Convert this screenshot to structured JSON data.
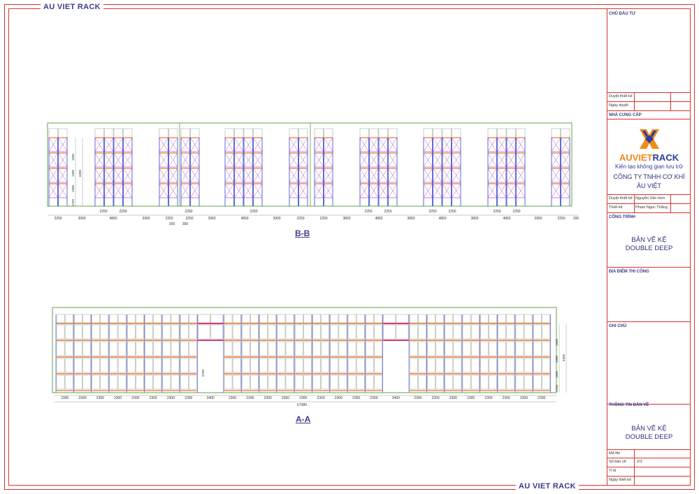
{
  "brand": {
    "top_label": "AU VIET RACK",
    "bottom_label": "AU VIET RACK"
  },
  "title_block": {
    "owner_header": "CHỦ ĐẦU TƯ",
    "approve_label": "Duyệt thiết kế",
    "approve_date_label": "Ngày duyệt",
    "supplier_header": "NHÀ CUNG CẤP",
    "logo_au": "AUVIET",
    "logo_rack": "RACK",
    "slogan": "Kiến tạo không gian lưu trữ",
    "company_line1": "CÔNG TY TNHH CƠ KHÍ",
    "company_line2": "ÂU VIỆT",
    "design_approver_label": "Duyệt thiết kế",
    "design_approver_value": "Nguyễn Văn Hơn",
    "designer_label": "Thiết kế",
    "designer_value": "Phạm Ngọc Thắng",
    "project_header": "CÔNG TRÌNH",
    "project_line1": "BẢN VẼ KỆ",
    "project_line2": "DOUBLE DEEP",
    "location_header": "ĐỊA ĐIỂM THI CÔNG",
    "notes_header": "GHI CHÚ",
    "drawing_info_header": "THÔNG TIN BẢN VẼ",
    "drawing_line1": "BẢN VẼ KỆ",
    "drawing_line2": "DOUBLE DEEP",
    "file_label": "Mã file",
    "sheet_label": "Số bản vẽ",
    "sheet_value": "2/3",
    "scale_label": "Tỉ lệ",
    "date_label": "Ngày thiết kế",
    "colors": {
      "frame": "#d9342b",
      "text": "#3c3c8c",
      "logo_orange": "#f08a1c",
      "logo_blue": "#2a3d9c"
    }
  },
  "view_bb": {
    "label": "B-B",
    "height_total": "6300",
    "level_heights": [
      "1750",
      "1600",
      "1600",
      "1600"
    ],
    "bay_dims": [
      "2250",
      "2250"
    ],
    "bottom_dims": [
      "2250",
      "3900",
      "4850",
      "3950",
      "2250",
      "2250",
      "3950",
      "4850",
      "3900",
      "2250",
      "2250",
      "3850",
      "4850",
      "3850",
      "4850",
      "3850",
      "4850",
      "3950",
      "2250",
      "200"
    ],
    "small_dims": [
      "200",
      "300"
    ]
  },
  "view_aa": {
    "label": "A-A",
    "height_total": "6300",
    "level_heights": [
      "1750",
      "1600",
      "1600",
      "1600"
    ],
    "opening_height": "5290",
    "bottom_dims": [
      "2300",
      "2300",
      "2300",
      "2300",
      "2300",
      "2300",
      "2300",
      "2300",
      "3400",
      "2300",
      "2300",
      "2300",
      "2300",
      "2300",
      "2300",
      "2300",
      "2300",
      "2300",
      "3400",
      "2300",
      "2300",
      "2300",
      "2300",
      "2300",
      "2300",
      "2300",
      "2300"
    ],
    "total_length": "67380"
  }
}
